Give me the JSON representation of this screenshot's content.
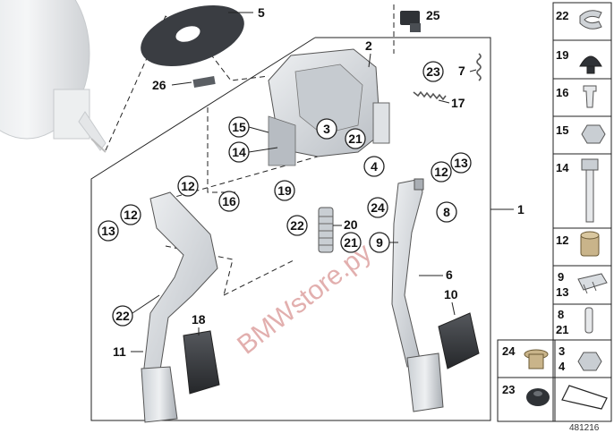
{
  "diagram": {
    "title": "",
    "catalog_number": "481216",
    "watermark": "BMWstore.py",
    "accent_color": "#d9534f",
    "line_color": "#222222",
    "part_fill": "#d9dde1",
    "dark_part_fill": "#3a3d42",
    "callouts": {
      "c1": "1",
      "c2": "2",
      "c3": "3",
      "c4": "4",
      "c5": "5",
      "c6": "6",
      "c7": "7",
      "c8": "8",
      "c9": "9",
      "c10": "10",
      "c11": "11",
      "c12a": "12",
      "c12b": "12",
      "c12c": "12",
      "c13a": "13",
      "c13b": "13",
      "c14": "14",
      "c15": "15",
      "c16": "16",
      "c17": "17",
      "c18": "18",
      "c19": "19",
      "c20": "20",
      "c21a": "21",
      "c21b": "21",
      "c22a": "22",
      "c22b": "22",
      "c23": "23",
      "c24": "24",
      "c25": "25",
      "c26": "26"
    },
    "sidebar": [
      {
        "labels": [
          "22"
        ],
        "icon": "clip-icon"
      },
      {
        "labels": [
          "19"
        ],
        "icon": "rubber-buffer-icon"
      },
      {
        "labels": [
          "16"
        ],
        "icon": "expanding-rivet-icon"
      },
      {
        "labels": [
          "15"
        ],
        "icon": "hex-nut-icon"
      },
      {
        "labels": [
          "14"
        ],
        "icon": "hex-bolt-icon"
      },
      {
        "labels": [
          "12"
        ],
        "icon": "bushing-icon"
      },
      {
        "labels": [
          "9",
          "13"
        ],
        "icon": "spring-clip-icon"
      },
      {
        "labels": [
          "8",
          "21"
        ],
        "icon": "pin-icon"
      }
    ],
    "bottom_cells": [
      {
        "labels": [
          "24"
        ],
        "icon": "flanged-bushing-icon"
      },
      {
        "labels": [
          "3",
          "4"
        ],
        "icon": "flange-nut-icon"
      },
      {
        "labels": [
          "23"
        ],
        "icon": "grommet-icon"
      },
      {
        "labels": [],
        "icon": "arrow-icon"
      }
    ]
  }
}
